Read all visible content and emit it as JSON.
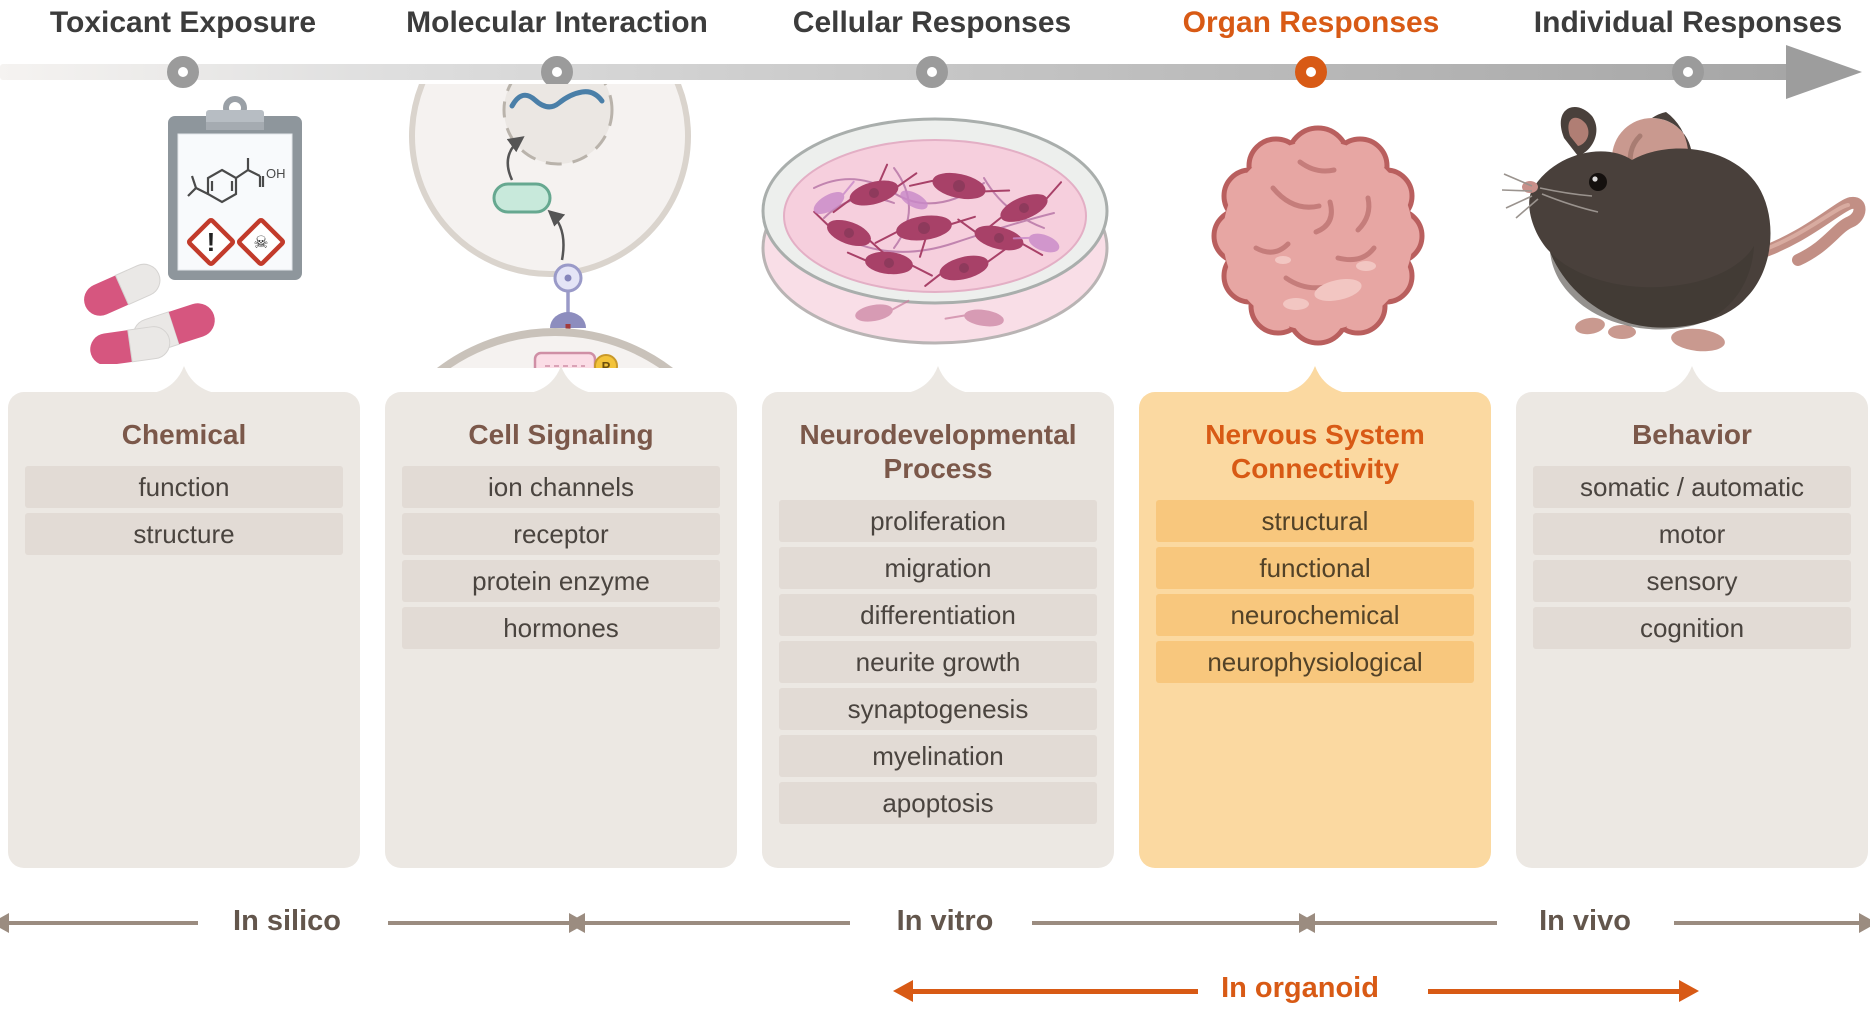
{
  "timeline": {
    "stages": [
      {
        "label": "Toxicant Exposure",
        "active": false
      },
      {
        "label": "Molecular Interaction",
        "active": false
      },
      {
        "label": "Cellular Responses",
        "active": false
      },
      {
        "label": "Organ Responses",
        "active": true
      },
      {
        "label": "Individual Responses",
        "active": false
      }
    ]
  },
  "panels": [
    {
      "header": "Chemical",
      "icon": "clipboard-hazard-pills",
      "items": [
        "function",
        "structure"
      ],
      "highlight": false
    },
    {
      "header": "Cell Signaling",
      "icon": "cell-signaling-pathway",
      "items": [
        "ion channels",
        "receptor",
        "protein enzyme",
        "hormones"
      ],
      "highlight": false
    },
    {
      "header": "Neurodevelopmental Process",
      "icon": "petri-dish-neurons",
      "items": [
        "proliferation",
        "migration",
        "differentiation",
        "neurite growth",
        "synaptogenesis",
        "myelination",
        "apoptosis"
      ],
      "highlight": false
    },
    {
      "header": "Nervous System Connectivity",
      "icon": "brain-organoid",
      "items": [
        "structural",
        "functional",
        "neurochemical",
        "neurophysiological"
      ],
      "highlight": true
    },
    {
      "header": "Behavior",
      "icon": "mouse",
      "items": [
        "somatic / automatic",
        "motor",
        "sensory",
        "cognition"
      ],
      "highlight": false
    }
  ],
  "methods": {
    "in_silico": "In silico",
    "in_vitro": "In vitro",
    "in_vivo": "In vivo",
    "in_organoid": "In organoid"
  },
  "colors": {
    "accent": "#d85a15",
    "title_text": "#3c3c3c",
    "panel_bg": "#ece8e3",
    "panel_strip": "#e2dbd5",
    "highlight_bg": "#fbd9a1",
    "highlight_strip": "#f8c77d",
    "header_text": "#7b584a",
    "arrow_gray": "#9b8c80",
    "label_gray": "#63564c",
    "timeline_gray": "#9b9b9b"
  }
}
